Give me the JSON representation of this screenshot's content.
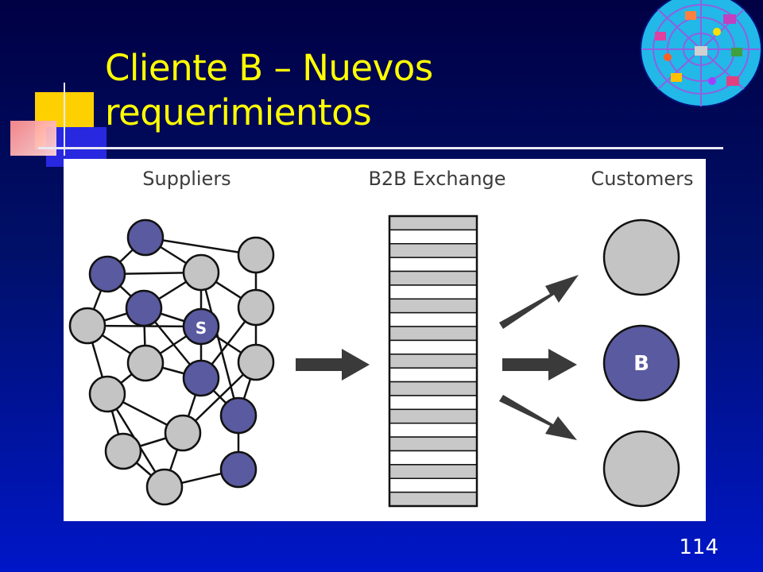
{
  "slide": {
    "title_line1": "Cliente B – Nuevos",
    "title_line2": "requerimientos",
    "page_number": "114"
  },
  "diagram": {
    "suppliers_label": "Suppliers",
    "exchange_label": "B2B Exchange",
    "customers_label": "Customers",
    "supplier_node_label": "S",
    "customer_node_label": "B",
    "colors": {
      "highlight": "#5a5aa0",
      "node": "#c4c4c4",
      "edge": "#111111",
      "arrow": "#3a3a3a",
      "exchange_stripe": "#c8c8c8"
    }
  }
}
